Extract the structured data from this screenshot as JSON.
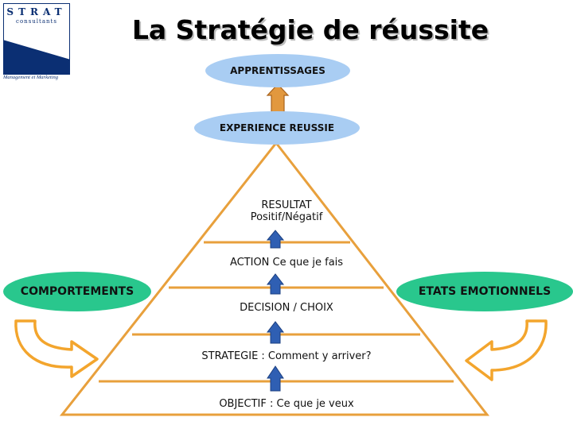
{
  "logo": {
    "name": "STRAT",
    "sub": "consultants",
    "tagline": "Management et Marketing"
  },
  "title": "La Stratégie de réussite",
  "top_bubble": "APPRENTISSAGES",
  "experience_bubble": "EXPERIENCE REUSSIE",
  "left_bubble": "COMPORTEMENTS",
  "right_bubble": "ETATS EMOTIONNELS",
  "pyramid": {
    "levels": [
      {
        "line1": "RESULTAT",
        "line2": "Positif/Négatif"
      },
      {
        "line1": "ACTION Ce que je fais"
      },
      {
        "line1": "DECISION / CHOIX"
      },
      {
        "line1": "STRATEGIE : Comment y arriver?"
      },
      {
        "line1": "OBJECTIF : Ce que je veux"
      }
    ]
  },
  "colors": {
    "outline": "#e8a03c",
    "bubble_blue": "#a9cdf3",
    "bubble_green": "#29c78d",
    "arrow_blue": "#2f5fb3",
    "arrow_orange": "#e2983e",
    "logo_navy": "#0b2f73"
  },
  "icons": [
    "up-arrow-icon",
    "curved-arrow-icon"
  ]
}
